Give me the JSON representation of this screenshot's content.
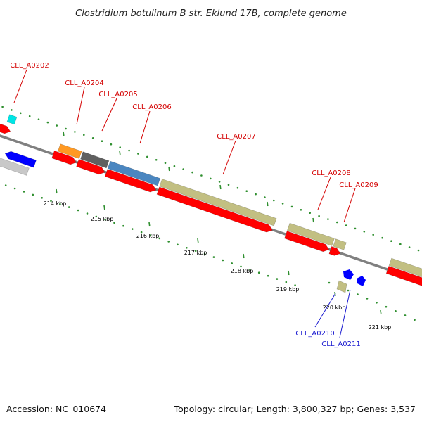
{
  "title": "Clostridium botulinum B str. Eklund 17B, complete genome",
  "footer": {
    "accession": "Accession: NC_010674",
    "summary": "Topology: circular; Length: 3,800,327 bp; Genes: 3,537"
  },
  "colors": {
    "backbone": "#808080",
    "tick": "#2f8f2f",
    "label_red": "#d40000",
    "label_blue": "#1a1ad0",
    "cds_red": "#ff0000",
    "cds_blue": "#0000ff",
    "cyan": "#00e5e5",
    "orange": "#ff9922",
    "darkgray": "#606060",
    "steelblue": "#4a86c0",
    "khaki": "#c2bf82",
    "lightgray": "#c8c8c8"
  },
  "scale": {
    "tick_labels": [
      "214 kbp",
      "215 kbp",
      "216 kbp",
      "217 kbp",
      "218 kbp",
      "219 kbp",
      "220 kbp",
      "221 kbp"
    ]
  },
  "gene_labels": [
    {
      "text": "CLL_A0202",
      "color": "red"
    },
    {
      "text": "CLL_A0204",
      "color": "red"
    },
    {
      "text": "CLL_A0205",
      "color": "red"
    },
    {
      "text": "CLL_A0206",
      "color": "red"
    },
    {
      "text": "CLL_A0207",
      "color": "red"
    },
    {
      "text": "CLL_A0208",
      "color": "red"
    },
    {
      "text": "CLL_A0209",
      "color": "red"
    },
    {
      "text": "CLL_A0210",
      "color": "blue"
    },
    {
      "text": "CLL_A0211",
      "color": "blue"
    }
  ]
}
